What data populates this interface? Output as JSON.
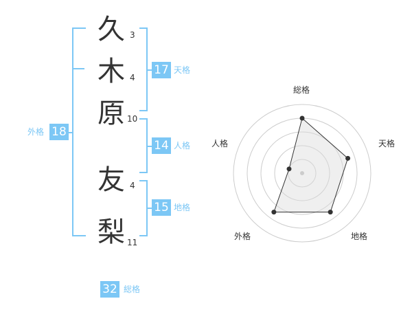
{
  "name": {
    "chars": [
      {
        "char": "久",
        "strokes": "3"
      },
      {
        "char": "木",
        "strokes": "4"
      },
      {
        "char": "原",
        "strokes": "10"
      },
      {
        "char": "友",
        "strokes": "4"
      },
      {
        "char": "梨",
        "strokes": "11"
      }
    ]
  },
  "fortune": {
    "tenkaku": {
      "value": "17",
      "label": "天格"
    },
    "jinkaku": {
      "value": "14",
      "label": "人格"
    },
    "chikaku": {
      "value": "15",
      "label": "地格"
    },
    "gaikaku": {
      "value": "18",
      "label": "外格"
    },
    "soukaku": {
      "value": "32",
      "label": "総格"
    }
  },
  "colors": {
    "accent": "#7cc7f5",
    "text": "#333333",
    "grid": "#cccccc",
    "fill": "#eeeeee"
  },
  "chart_data": {
    "type": "radar",
    "axes": [
      "総格",
      "天格",
      "地格",
      "外格",
      "人格"
    ],
    "values": [
      4,
      3.5,
      3.5,
      3.5,
      1
    ],
    "rmax": 5
  }
}
